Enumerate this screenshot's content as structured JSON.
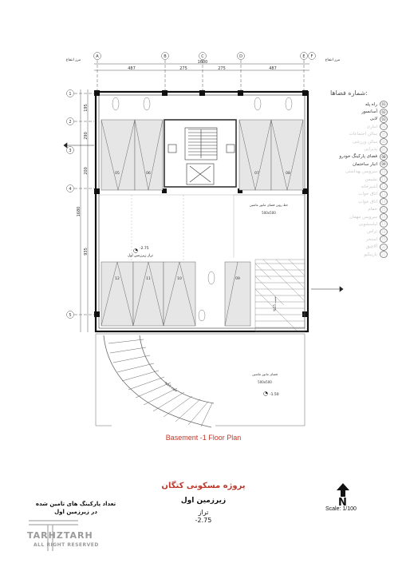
{
  "drawing": {
    "caption": "Basement -1 Floor Plan",
    "project_title": "پروژه مسکونی کتگان",
    "floor_name": "زیرزمین اول",
    "level_label": "تراز",
    "level_value": "-2.75",
    "scale": "Scale: 1/100",
    "parking_note_line1": "تعداد پارکینگ های تامین شده",
    "parking_note_line2": "در زیرزمین اول",
    "north_label": "N",
    "logo_name": "TARHZTARH",
    "logo_rights": "ALL RIGHT RESERVED"
  },
  "grid": {
    "col_labels": [
      "A",
      "B",
      "C",
      "D",
      "E",
      "F"
    ],
    "row_labels": [
      "1",
      "2",
      "3",
      "4",
      "5"
    ],
    "top_dims": [
      "487",
      "275",
      "275",
      "487"
    ],
    "total_width": "1600",
    "left_dims": [
      "195",
      "290",
      "200",
      "935"
    ],
    "total_height": "1680",
    "boundary_label": "مرز انتفاع"
  },
  "parking": {
    "top_row": [
      "05",
      "06",
      "07",
      "08"
    ],
    "bottom_row": [
      "12",
      "11",
      "10",
      "09"
    ],
    "elev_value": "-2.75",
    "elev_label": "تراز زیرزمین اول",
    "ramp_elev": "-1.50"
  },
  "room_labels": {
    "area_top_right": "خط روین فضای مانور ماشین",
    "size_top_right": "500x500",
    "area_bottom": "فضای مانور ماشین",
    "size_bottom": "500x500",
    "ramp_slope": "%15 شیب"
  },
  "legend": {
    "title": "شماره فضاها:",
    "items": [
      {
        "n": "01",
        "label": "راه پله",
        "faded": false
      },
      {
        "n": "02",
        "label": "آسانسور",
        "faded": false
      },
      {
        "n": "03",
        "label": "لابی",
        "faded": false
      },
      {
        "n": "04",
        "label": "انباری",
        "faded": true
      },
      {
        "n": "05",
        "label": "سالن اجتماعات",
        "faded": true
      },
      {
        "n": "06",
        "label": "سالن ورزشی",
        "faded": true
      },
      {
        "n": "07",
        "label": "پذیرایی",
        "faded": true
      },
      {
        "n": "08",
        "label": "فضای پارکینگ خودرو",
        "faded": false
      },
      {
        "n": "09",
        "label": "انبار ساختمان",
        "faded": false
      },
      {
        "n": "10",
        "label": "سرویس بهداشتی",
        "faded": true
      },
      {
        "n": "11",
        "label": "نشیمن",
        "faded": true
      },
      {
        "n": "12",
        "label": "آشپزخانه",
        "faded": true
      },
      {
        "n": "13",
        "label": "اتاق خواب",
        "faded": true
      },
      {
        "n": "14",
        "label": "اتاق خواب",
        "faded": true
      },
      {
        "n": "15",
        "label": "حمام",
        "faded": true
      },
      {
        "n": "16",
        "label": "سرویس مهمان",
        "faded": true
      },
      {
        "n": "17",
        "label": "لباسشویی",
        "faded": true
      },
      {
        "n": "18",
        "label": "تراس",
        "faded": true
      },
      {
        "n": "19",
        "label": "استخر",
        "faded": true
      },
      {
        "n": "20",
        "label": "آلاچیق",
        "faded": true
      },
      {
        "n": "21",
        "label": "باربیکیو",
        "faded": true
      }
    ]
  },
  "colors": {
    "accent": "#c0392b",
    "line": "#222222",
    "dim": "#555555",
    "stall": "#e6e6e6"
  }
}
